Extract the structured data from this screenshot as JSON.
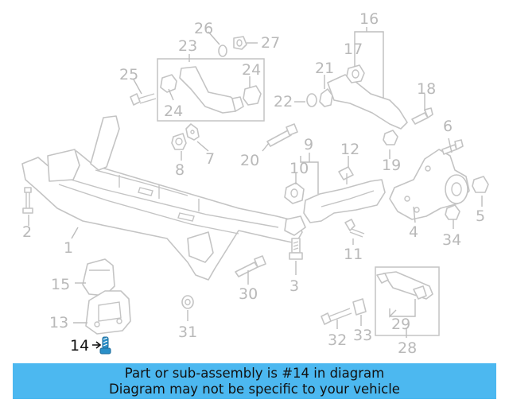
{
  "callouts": [
    "1",
    "2",
    "3",
    "4",
    "5",
    "6",
    "7",
    "8",
    "9",
    "10",
    "11",
    "12",
    "13",
    "14",
    "15",
    "16",
    "17",
    "18",
    "19",
    "20",
    "21",
    "22",
    "23",
    "24",
    "24",
    "25",
    "26",
    "27",
    "28",
    "29",
    "30",
    "31",
    "32",
    "33",
    "34"
  ],
  "highlighted_callout": "14",
  "banner": {
    "line1": "Part or sub-assembly is #14 in diagram",
    "line2": "Diagram may not be specific to your vehicle"
  },
  "colors": {
    "banner_bg": "#4cb8f0",
    "highlight_part": "#2a8fc8",
    "part_outline": "#c4c4c4",
    "label_gray": "#b9b9b9"
  }
}
